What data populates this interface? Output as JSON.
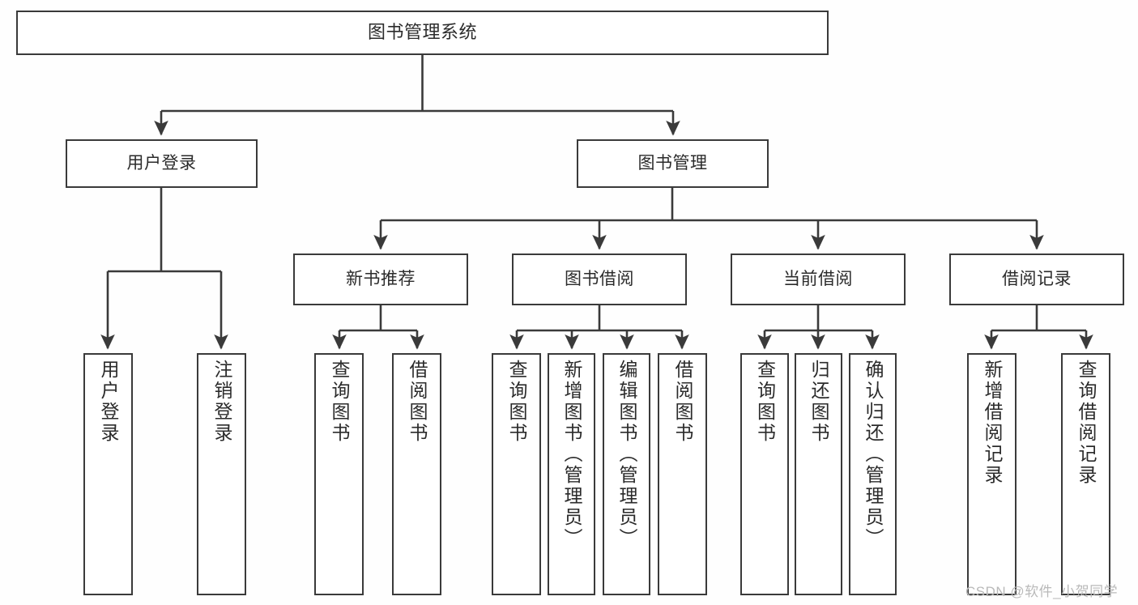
{
  "diagram": {
    "title": "图书管理系统",
    "type": "tree-hierarchy-diagram",
    "orientation": "top-down",
    "colors": {
      "background": "#fefefe",
      "node_border": "#3a3a3a",
      "node_fill": "#ffffff",
      "edge": "#3a3a3a",
      "text": "#2b2b2b",
      "watermark": "#b9b9b9"
    }
  },
  "nodes": {
    "root": {
      "label": "图书管理系统"
    },
    "level2": [
      {
        "label": "用户登录"
      },
      {
        "label": "图书管理"
      }
    ],
    "level3": [
      {
        "label": "新书推荐"
      },
      {
        "label": "图书借阅"
      },
      {
        "label": "当前借阅"
      },
      {
        "label": "借阅记录"
      }
    ],
    "leaves_user_login": [
      {
        "label": "用户登录"
      },
      {
        "label": "注销登录"
      }
    ],
    "leaves_new_book": [
      {
        "label": "查询图书"
      },
      {
        "label": "借阅图书"
      }
    ],
    "leaves_borrow": [
      {
        "label": "查询图书"
      },
      {
        "label": "新增图书（管理员）"
      },
      {
        "label": "编辑图书（管理员）"
      },
      {
        "label": "借阅图书"
      }
    ],
    "leaves_current": [
      {
        "label": "查询图书"
      },
      {
        "label": "归还图书"
      },
      {
        "label": "确认归还（管理员）"
      }
    ],
    "leaves_records": [
      {
        "label": "新增借阅记录"
      },
      {
        "label": "查询借阅记录"
      }
    ]
  },
  "watermark": {
    "text": "CSDN @软件_小贺同学"
  }
}
